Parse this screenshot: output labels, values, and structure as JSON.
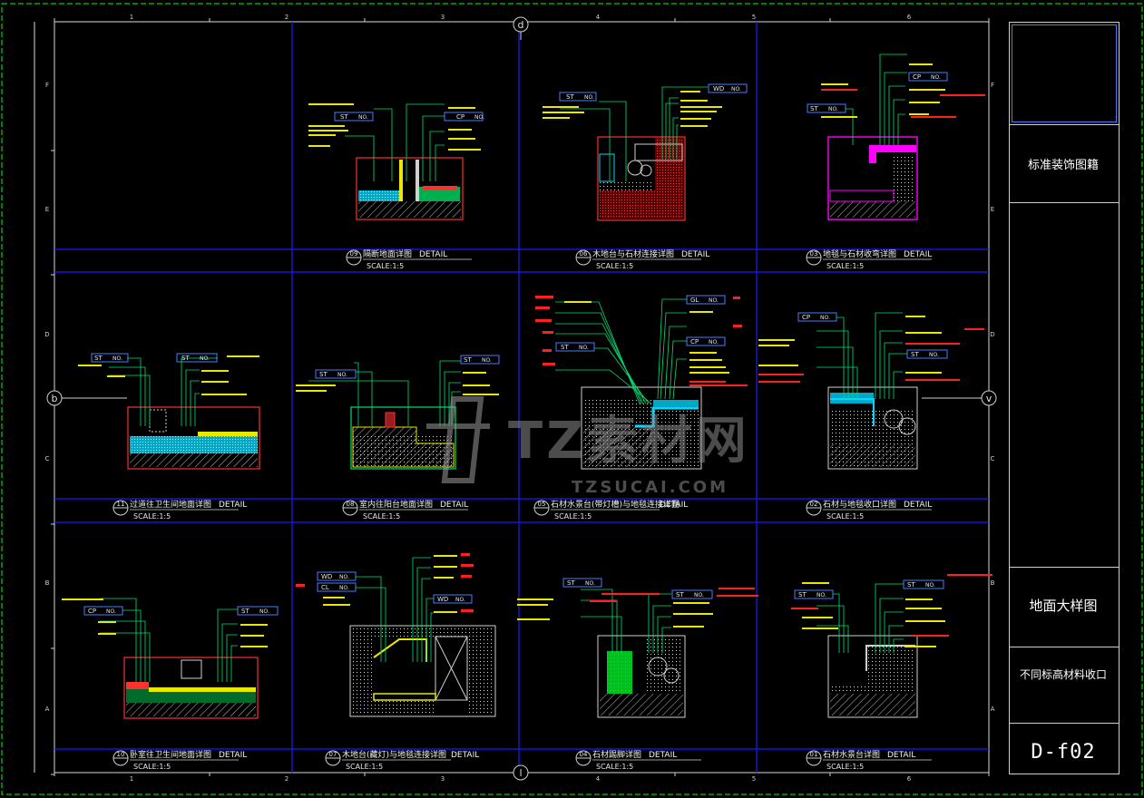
{
  "sheet": {
    "col_numbers": [
      "1",
      "2",
      "3",
      "4",
      "5",
      "6"
    ],
    "row_letters_left": [
      "F",
      "E",
      "D",
      "C",
      "B",
      "A"
    ],
    "row_letters_right": [
      "F",
      "E",
      "D",
      "C",
      "B",
      "A"
    ],
    "axis_top": "d",
    "axis_bottom": "l",
    "axis_left": "b",
    "axis_right": "v"
  },
  "details": [
    {
      "num": "09",
      "title": "隔断地面详图",
      "detail": "DETAIL",
      "scale": "SCALE:1:5"
    },
    {
      "num": "06",
      "title": "木地台与石材连接详图",
      "detail": "DETAIL",
      "scale": "SCALE:1:5"
    },
    {
      "num": "03",
      "title": "地毯与石材收弯详图",
      "detail": "DETAIL",
      "scale": "SCALE:1:5"
    },
    {
      "num": "11",
      "title": "过道往卫生间地面详图",
      "detail": "DETAIL",
      "scale": "SCALE:1:5"
    },
    {
      "num": "08",
      "title": "室内往阳台地面详图",
      "detail": "DETAIL",
      "scale": "SCALE:1:5"
    },
    {
      "num": "05",
      "title": "石材水景台(带灯槽)与地毯连接详图",
      "detail": "DETAIL",
      "scale": "SCALE:1:5"
    },
    {
      "num": "02",
      "title": "石材与地毯收口详图",
      "detail": "DETAIL",
      "scale": "SCALE:1:5"
    },
    {
      "num": "10",
      "title": "卧室往卫生间地面详图",
      "detail": "DETAIL",
      "scale": "SCALE:1:5"
    },
    {
      "num": "07",
      "title": "木地台(藏灯)与地毯连接详图",
      "detail": "DETAIL",
      "scale": "SCALE:1:5"
    },
    {
      "num": "04",
      "title": "石材踢脚详图",
      "detail": "DETAIL",
      "scale": "SCALE:1:5"
    },
    {
      "num": "01",
      "title": "石材水景台详图",
      "detail": "DETAIL",
      "scale": "SCALE:1:5"
    }
  ],
  "tags": [
    "ST",
    "WD",
    "CP",
    "GL",
    "NO."
  ],
  "watermark": {
    "brand": "TZ素材网",
    "url": "TZSUCAI.COM"
  },
  "title_block": {
    "header": "标准装饰图籍",
    "drawing_name": "地面大样图",
    "sub_name": "不同标高材料收口",
    "sheet_number": "D-f02"
  },
  "colors": {
    "frame": "#d8d8d8",
    "grid": "#1a1aff",
    "leader": "#00e070",
    "note": "#e8e800",
    "red": "#ff2020",
    "cyan": "#00d8ff",
    "magenta": "#ff00ff",
    "green": "#00ff00"
  }
}
